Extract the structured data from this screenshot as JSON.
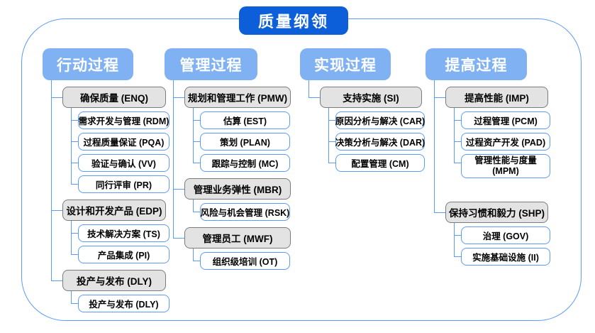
{
  "title": "质量纲领",
  "colors": {
    "title_bg": "#0c5fd8",
    "column_header_bg": "#7fb1f3",
    "connector_line": "#5b9bf8",
    "group_fill": "#e3e3e3",
    "group_border": "#7b7b7b",
    "leaf_border": "#5b9bf8"
  },
  "columns": [
    {
      "header": "行动过程",
      "groups": [
        {
          "label": "确保质量 (ENQ)",
          "children": [
            "需求开发与管理 (RDM)",
            "过程质量保证 (PQA)",
            "验证与确认 (VV)",
            "同行评审 (PR)"
          ]
        },
        {
          "label": "设计和开发产品 (EDP)",
          "children": [
            "技术解决方案 (TS)",
            "产品集成 (PI)"
          ]
        },
        {
          "label": "投产与发布 (DLY)",
          "children": [
            "投产与发布 (DLY)"
          ]
        }
      ]
    },
    {
      "header": "管理过程",
      "groups": [
        {
          "label": "规划和管理工作 (PMW)",
          "children": [
            "估算 (EST)",
            "策划 (PLAN)",
            "跟踪与控制 (MC)"
          ]
        },
        {
          "label": "管理业务弹性 (MBR)",
          "children": [
            "风险与机会管理 (RSK)"
          ]
        },
        {
          "label": "管理员工 (MWF)",
          "children": [
            "组织级培训 (OT)"
          ]
        }
      ]
    },
    {
      "header": "实现过程",
      "groups": [
        {
          "label": "支持实施 (SI)",
          "children": [
            "原因分析与解决 (CAR)",
            "决策分析与解决 (DAR)",
            "配置管理 (CM)"
          ]
        }
      ]
    },
    {
      "header": "提高过程",
      "groups": [
        {
          "label": "提高性能 (IMP)",
          "children": [
            "过程管理 (PCM)",
            "过程资产开发 (PAD)",
            "管理性能与度量 (MPM)"
          ]
        },
        {
          "label": "保持习惯和毅力 (SHP)",
          "children": [
            "治理 (GOV)",
            "实施基础设施 (II)"
          ]
        }
      ]
    }
  ]
}
